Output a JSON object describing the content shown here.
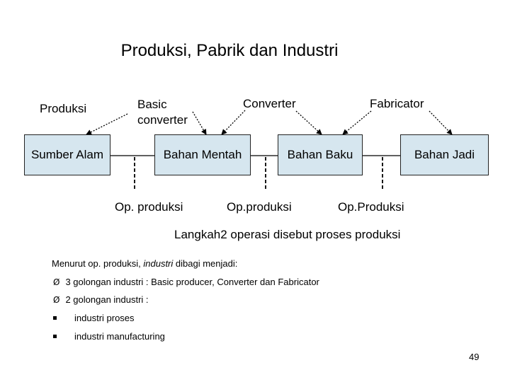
{
  "title": "Produksi, Pabrik dan Industri",
  "top_labels": {
    "produksi": "Produksi",
    "basic_converter": "Basic\nconverter",
    "converter": "Converter",
    "fabricator": "Fabricator"
  },
  "boxes": {
    "sumber_alam": "Sumber Alam",
    "bahan_mentah": "Bahan Mentah",
    "bahan_baku": "Bahan Baku",
    "bahan_jadi": "Bahan Jadi"
  },
  "operations": {
    "op1": "Op. produksi",
    "op2": "Op.produksi",
    "op3": "Op.Produksi"
  },
  "caption": "Langkah2 operasi disebut proses produksi",
  "notes": {
    "intro_prefix": "Menurut op. produksi, ",
    "intro_italic": "industri",
    "intro_suffix": " dibagi menjadi:",
    "arrow_items": [
      "3 golongan industri : Basic producer, Converter dan Fabricator",
      "2 golongan industri :"
    ],
    "square_items": [
      "industri proses",
      "industri manufacturing"
    ],
    "arrow_glyph": "Ø"
  },
  "page_number": "49",
  "colors": {
    "box_fill": "#d6e6ef",
    "line": "#000000"
  }
}
